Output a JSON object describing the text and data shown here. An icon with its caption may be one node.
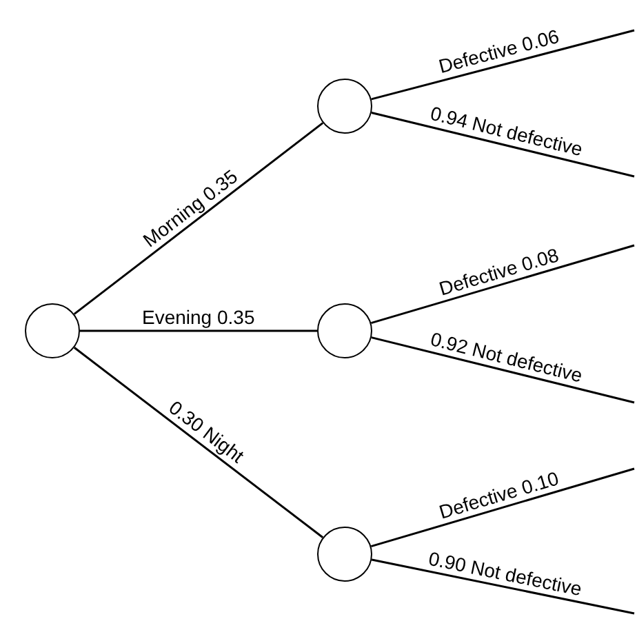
{
  "diagram": {
    "nodes": [
      {
        "text": [],
        "shape": "circle"
      },
      {
        "text": [],
        "shape": "circle"
      },
      {
        "text": [],
        "shape": "circle"
      },
      {
        "text": [],
        "shape": "circle"
      }
    ],
    "edges": [
      {
        "from": 0,
        "to": 1,
        "arrow": "none",
        "label": "Morning 0.35"
      },
      {
        "from": 0,
        "to": 2,
        "arrow": "none",
        "label": "Evening 0.35"
      },
      {
        "from": 0,
        "to": 3,
        "arrow": "none",
        "label": "0.30 Night"
      },
      {
        "from": 1,
        "to": null,
        "arrow": "none",
        "label": "Defective 0.06"
      },
      {
        "from": 1,
        "to": null,
        "arrow": "none",
        "label": "0.94 Not defective"
      },
      {
        "from": 2,
        "to": null,
        "arrow": "none",
        "label": "Defective 0.08"
      },
      {
        "from": 2,
        "to": null,
        "arrow": "none",
        "label": "0.92 Not defective"
      },
      {
        "from": 3,
        "to": null,
        "arrow": "none",
        "label": "Defective 0.10"
      },
      {
        "from": 3,
        "to": null,
        "arrow": "none",
        "label": "0.90 Not defective"
      }
    ]
  }
}
